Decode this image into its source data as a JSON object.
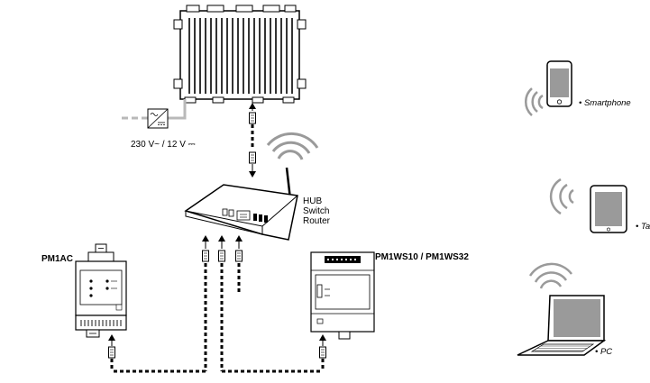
{
  "labels": {
    "power_supply": "230 V~ / 12 V ⎓",
    "hub_line1": "HUB",
    "hub_line2": "Switch",
    "hub_line3": "Router",
    "pm1ac": "PM1AC",
    "pm1ws": "PM1WS10 / PM1WS32",
    "smartphone": "• Smartphone",
    "tablet": "• Ta",
    "pc": "• PC"
  },
  "colors": {
    "line": "#000000",
    "device_fill": "#ffffff",
    "power_line": "#b9b9b9",
    "wave": "#9a9a9a",
    "screen": "#9a9a9a"
  },
  "icons": [
    "controller-icon",
    "power-supply-icon",
    "router-icon",
    "wifi-icon",
    "din-module-icon",
    "smartphone-icon",
    "tablet-icon",
    "laptop-icon",
    "ethernet-connector-icon"
  ]
}
